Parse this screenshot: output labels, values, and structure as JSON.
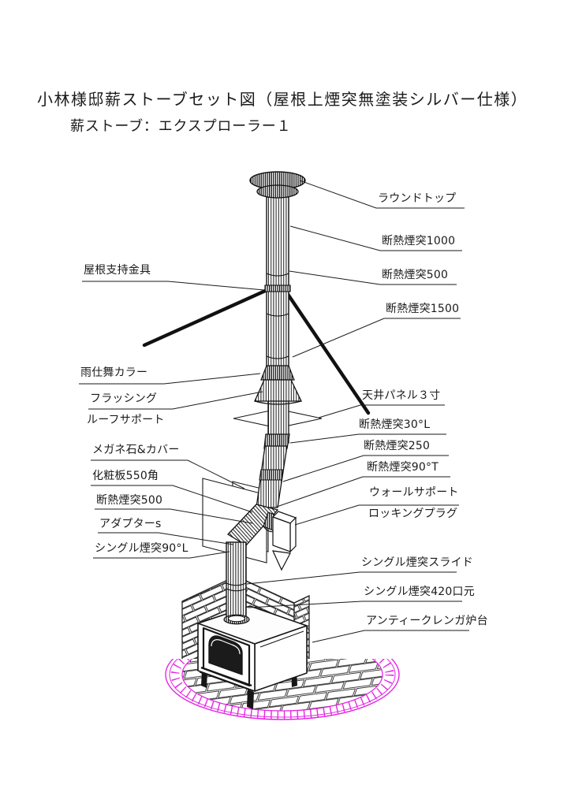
{
  "title": {
    "line1": "小林様邸薪ストーブセット図（屋根上煙突無塗装シルバー仕様）",
    "line2": "薪ストーブ：エクスプローラー１"
  },
  "labels": {
    "left": [
      {
        "id": "roof-support-bracket",
        "text": "屋根支持金具"
      },
      {
        "id": "rain-collar",
        "text": "雨仕舞カラー"
      },
      {
        "id": "flashing",
        "text": "フラッシング"
      },
      {
        "id": "roof-support",
        "text": "ルーフサポート"
      },
      {
        "id": "megane-stone-cover",
        "text": "メガネ石&カバー"
      },
      {
        "id": "decorative-panel-550",
        "text": "化粧板550角"
      },
      {
        "id": "insulated-500-left",
        "text": "断熱煙突500"
      },
      {
        "id": "adapter-s",
        "text": "アダプターs"
      },
      {
        "id": "single-flue-90l",
        "text": "シングル煙突90°L"
      }
    ],
    "right": [
      {
        "id": "round-top",
        "text": "ラウンドトップ"
      },
      {
        "id": "insulated-1000",
        "text": "断熱煙突1000"
      },
      {
        "id": "insulated-500",
        "text": "断熱煙突500"
      },
      {
        "id": "insulated-1500",
        "text": "断熱煙突1500"
      },
      {
        "id": "ceiling-panel-3",
        "text": "天井パネル３寸"
      },
      {
        "id": "insulated-30l",
        "text": "断熱煙突30°L"
      },
      {
        "id": "insulated-250",
        "text": "断熱煙突250"
      },
      {
        "id": "insulated-90t",
        "text": "断熱煙突90°T"
      },
      {
        "id": "wall-support",
        "text": "ウォールサポート"
      },
      {
        "id": "locking-plug",
        "text": "ロッキングプラグ"
      },
      {
        "id": "single-flue-slide",
        "text": "シングル煙突スライド"
      },
      {
        "id": "single-flue-420",
        "text": "シングル煙突420口元"
      },
      {
        "id": "antique-brick-hearth",
        "text": "アンティークレンガ炉台"
      }
    ]
  },
  "colors": {
    "line": "#1a1a1a",
    "hearth_accent": "#e427e4",
    "background": "#ffffff"
  }
}
